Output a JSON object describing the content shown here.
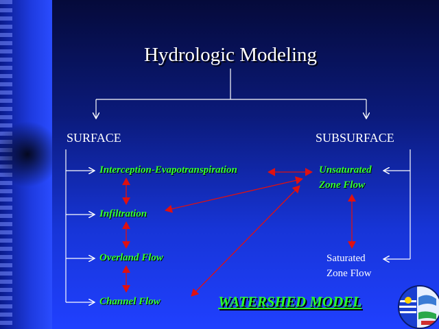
{
  "title": "Hydrologic Modeling",
  "surface": {
    "label": "SURFACE",
    "items": [
      "Interception-Evapotranspiration",
      "Infiltration",
      "Overland Flow",
      "Channel Flow"
    ]
  },
  "subsurface": {
    "label": "SUBSURFACE",
    "unsaturated": [
      "Unsaturated",
      "Zone Flow"
    ],
    "saturated": [
      "Saturated",
      "Zone Flow"
    ]
  },
  "model_label": "WATERSHED MODEL",
  "colors": {
    "green_text": "#33ff33",
    "arrow_red": "#e01010",
    "line_white": "#ffffff"
  }
}
